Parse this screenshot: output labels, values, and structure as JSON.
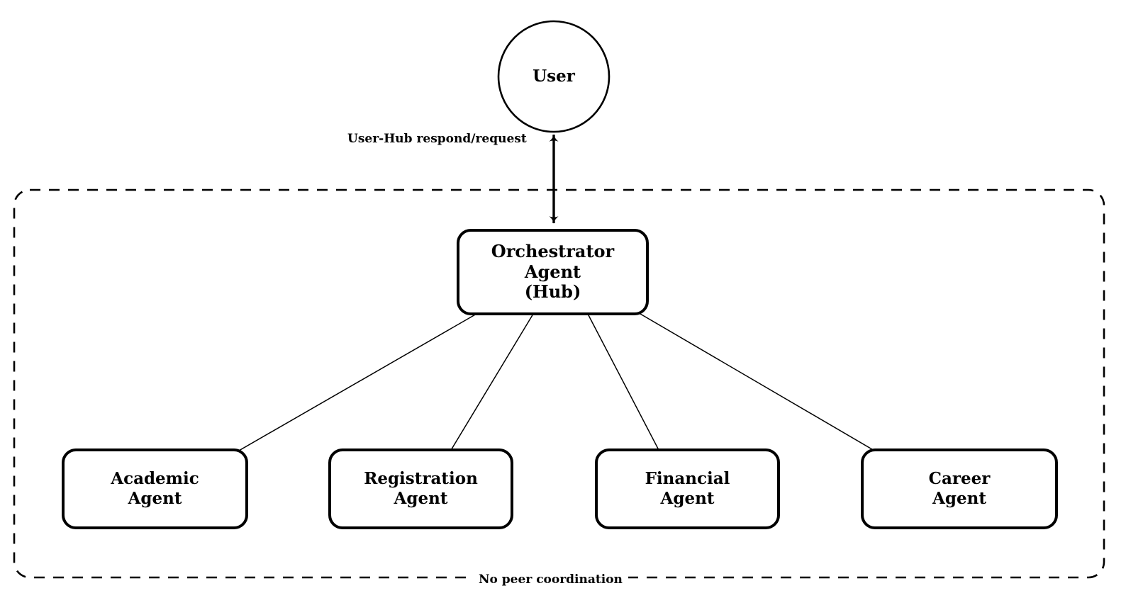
{
  "diagram": {
    "type": "hub-and-spoke-architecture",
    "background_color": "#ffffff",
    "stroke_color": "#000000",
    "user_node": {
      "label": "User",
      "shape": "circle"
    },
    "hub_node": {
      "label_line_1": "Orchestrator",
      "label_line_2": "Agent",
      "label_line_3": "(Hub)",
      "shape": "rounded-rectangle"
    },
    "user_hub_edge": {
      "label": "User-Hub respond/request",
      "style": "double-headed-arrow"
    },
    "boundary": {
      "style": "dashed-rounded-rectangle",
      "caption": "No peer coordination"
    },
    "agents": [
      {
        "label_line_1": "Academic",
        "label_line_2": "Agent"
      },
      {
        "label_line_1": "Registration",
        "label_line_2": "Agent"
      },
      {
        "label_line_1": "Financial",
        "label_line_2": "Agent"
      },
      {
        "label_line_1": "Career",
        "label_line_2": "Agent"
      }
    ]
  }
}
